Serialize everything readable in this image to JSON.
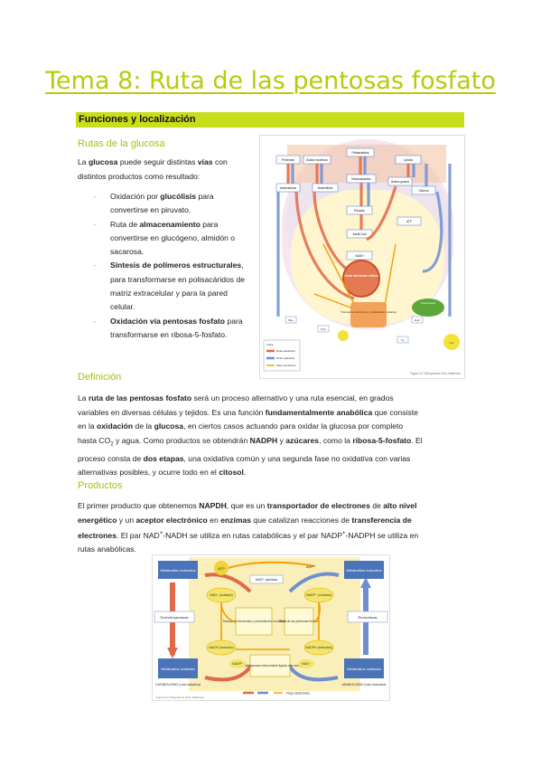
{
  "title": "Tema 8: Ruta de las pentosas fosfato",
  "section_bar": "Funciones y localización",
  "rutas": {
    "heading": "Rutas de la glucosa",
    "intro_a": "La ",
    "intro_b": "glucosa",
    "intro_c": " puede seguir distintas ",
    "intro_d": "vías",
    "intro_e": " con distintos productos como resultado:",
    "items": [
      {
        "a": "Oxidación por ",
        "b": "glucólisis",
        "c": " para convertirse en piruvato."
      },
      {
        "a": "Ruta de ",
        "b": "almacenamiento",
        "c": " para convertirse en glucógeno, almidón o sacarosa."
      },
      {
        "a": "",
        "b": "Síntesis de polímeros estructurales",
        "c": ", para transformarse en polisacáridos de matriz extracelular y para la pared celular."
      },
      {
        "a": "",
        "b": "Oxidación vía pentosas fosfato",
        "c": " para transformarse en ribosa-5-fosfato."
      }
    ]
  },
  "fig1": {
    "labels": [
      "Proteínas",
      "Ácidos nucleicos",
      "Polisacáridos",
      "Lípidos",
      "Aminoácidos",
      "Nucleótidos",
      "Monosacáridos",
      "Ácidos grasos",
      "Glicerol",
      "Piruvato",
      "Acetil-CoA",
      "Ciclo del ácido cítrico",
      "NADH",
      "ATP",
      "Transporte electrónico y fosforilación oxidativa",
      "Fotosíntesis",
      "NH₃",
      "CO₂",
      "H₂O",
      "O₂",
      "Luz"
    ],
    "legend": [
      "Clave",
      "Ruta catabólica",
      "Ruta anabólica",
      "Flujo electrónico"
    ],
    "caption": "Figura 12-3 Bioquímica Horii, Matthews"
  },
  "definicion": {
    "heading": "Definición",
    "lines": [
      [
        {
          "t": "La "
        },
        {
          "t": "ruta de las pentosas fosfato",
          "b": true
        },
        {
          "t": " será un proceso alternativo y una ruta esencial, en grados"
        }
      ],
      [
        {
          "t": "variables en diversas células y tejidos. Es una función "
        },
        {
          "t": "fundamentalmente anabólica",
          "b": true
        },
        {
          "t": " que consiste"
        }
      ],
      [
        {
          "t": "en la "
        },
        {
          "t": "oxidación",
          "b": true
        },
        {
          "t": " de la "
        },
        {
          "t": "glucosa",
          "b": true
        },
        {
          "t": ", en ciertos casos actuando para oxidar la glucosa por completo"
        }
      ],
      [
        {
          "t": "hasta CO"
        },
        {
          "t": "2",
          "sub": true
        },
        {
          "t": " y agua. Como productos se obtendrán "
        },
        {
          "t": "NADPH",
          "b": true
        },
        {
          "t": " y "
        },
        {
          "t": "azúcares",
          "b": true
        },
        {
          "t": ", como la "
        },
        {
          "t": "ribosa-5-fosfato",
          "b": true
        },
        {
          "t": ". El"
        }
      ],
      [
        {
          "t": "proceso consta de "
        },
        {
          "t": "dos etapas",
          "b": true
        },
        {
          "t": ", una oxidativa común y una segunda fase no oxidativa con varias"
        }
      ],
      [
        {
          "t": "alternativas posibles, y ocurre todo en el "
        },
        {
          "t": "citosol",
          "b": true
        },
        {
          "t": "."
        }
      ]
    ]
  },
  "productos": {
    "heading": "Productos",
    "lines": [
      [
        {
          "t": "El primer producto que obtenemos "
        },
        {
          "t": "NAPDH",
          "b": true
        },
        {
          "t": ", que es un "
        },
        {
          "t": "transportador de electrones",
          "b": true
        },
        {
          "t": " de "
        },
        {
          "t": "alto nivel",
          "b": true
        }
      ],
      [
        {
          "t": "energético",
          "b": true
        },
        {
          "t": " y un "
        },
        {
          "t": "aceptor electrónico",
          "b": true
        },
        {
          "t": " en "
        },
        {
          "t": "enzimas",
          "b": true
        },
        {
          "t": " que catalizan reacciones de "
        },
        {
          "t": "transferencia de",
          "b": true
        }
      ],
      [
        {
          "t": "electrones",
          "b": true
        },
        {
          "t": ". El par NAD"
        },
        {
          "t": "+",
          "sup": true
        },
        {
          "t": "-NADH se utiliza en rutas catabólicas y el par NADP"
        },
        {
          "t": "+",
          "sup": true
        },
        {
          "t": "-NADPH se utiliza en"
        }
      ],
      [
        {
          "t": "rutas anabólicas."
        }
      ]
    ]
  },
  "fig2": {
    "labels": {
      "met_red_l": "Metabolitos reducidos",
      "met_red_r": "Metabolitos reducidos",
      "met_ox_l": "Metabolitos oxidados",
      "met_ox_r": "Metabolitos oxidados",
      "deshidrogenasas": "Deshidrogenasas",
      "reductasas": "Reductasas",
      "nad_quinasa": "NAD⁺ quinasa",
      "adp": "ADP",
      "atp": "ATP",
      "nad_ox": "NAD⁺ (oxidado)",
      "nadp_ox": "NADP⁺ (oxidado)",
      "nadh_red": "NADH (reducido)",
      "nadph_red": "NADPH (reducido)",
      "transporte": "Transporte electrónico y fosforilación oxidativa",
      "ruta_pentosas": "Ruta de las pentosas fosfato",
      "transhidrogenasa": "Transhidrogenasa mitocondrial ligada a la energía",
      "nadp": "NADP⁺",
      "nad": "NAD⁺",
      "catabolismo": "CATABOLISMO (ruta oxidativa)",
      "anabolismo": "ANABOLISMO (ruta reductiva)",
      "flujo": "Flujo electrónico",
      "caption": "Figura 12-4 Bioquímica Horii, Matthews"
    }
  },
  "colors": {
    "accent": "#c7de1a",
    "heading": "#a6bf12",
    "catabolic": "#e0694a",
    "anabolic": "#6f8fd1",
    "electron": "#f0a000"
  }
}
